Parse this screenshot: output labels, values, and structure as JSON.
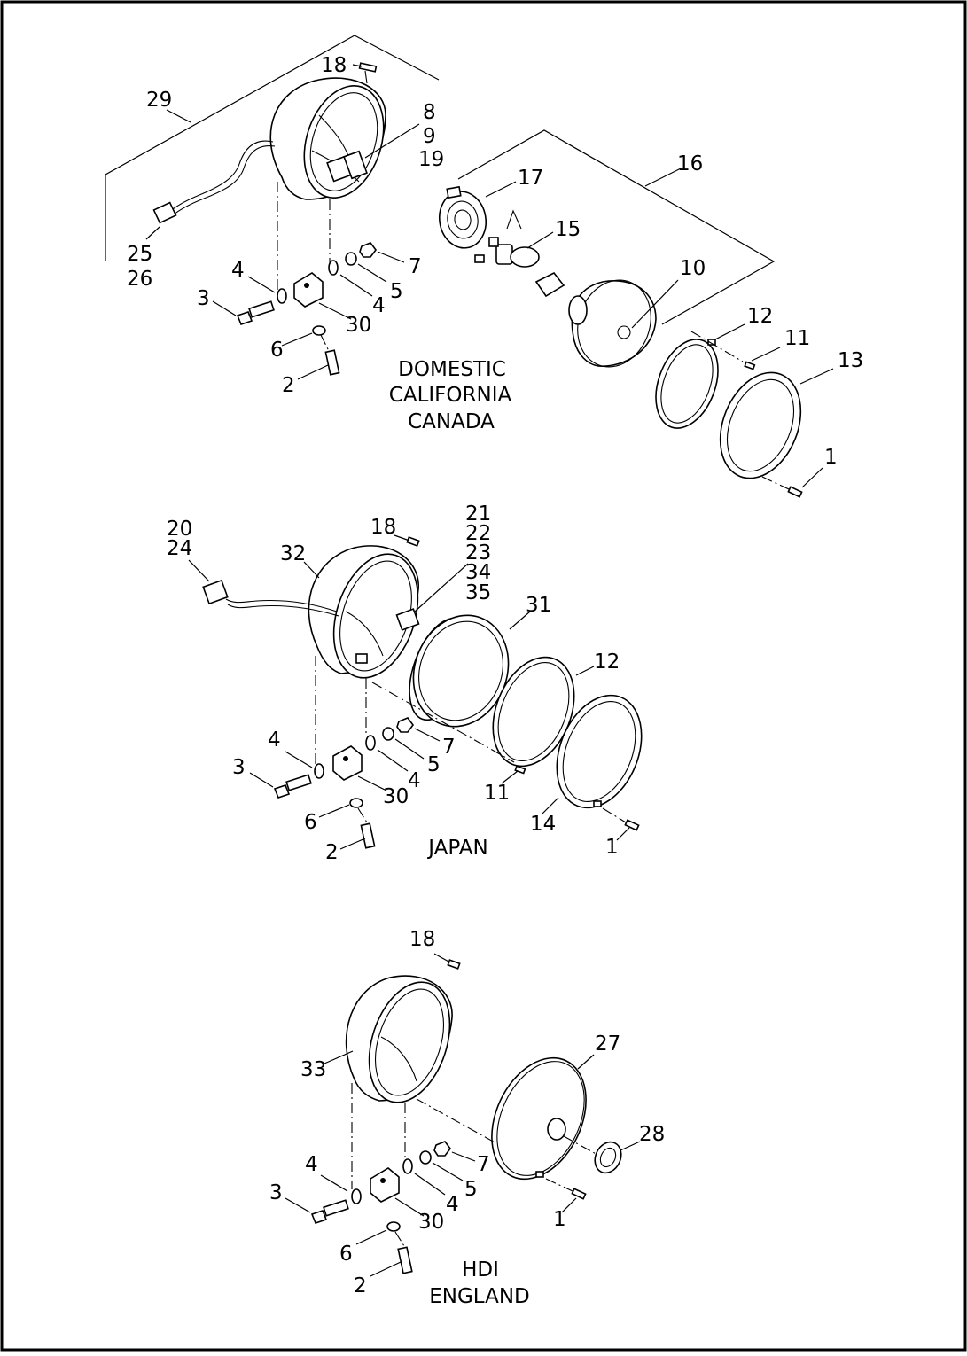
{
  "diagram": {
    "groups": [
      {
        "id": "domestic",
        "region_lines": [
          "DOMESTIC",
          "CALIFORNIA",
          "CANADA"
        ],
        "callouts": [
          {
            "id": "29",
            "text": "29"
          },
          {
            "id": "18",
            "text": "18"
          },
          {
            "id": "8",
            "text": "8"
          },
          {
            "id": "9",
            "text": "9"
          },
          {
            "id": "19",
            "text": "19"
          },
          {
            "id": "16",
            "text": "16"
          },
          {
            "id": "17",
            "text": "17"
          },
          {
            "id": "15",
            "text": "15"
          },
          {
            "id": "10",
            "text": "10"
          },
          {
            "id": "12",
            "text": "12"
          },
          {
            "id": "11",
            "text": "11"
          },
          {
            "id": "13",
            "text": "13"
          },
          {
            "id": "1",
            "text": "1"
          },
          {
            "id": "25",
            "text": "25"
          },
          {
            "id": "26",
            "text": "26"
          },
          {
            "id": "4a",
            "text": "4"
          },
          {
            "id": "3",
            "text": "3"
          },
          {
            "id": "7",
            "text": "7"
          },
          {
            "id": "5",
            "text": "5"
          },
          {
            "id": "4b",
            "text": "4"
          },
          {
            "id": "30",
            "text": "30"
          },
          {
            "id": "6",
            "text": "6"
          },
          {
            "id": "2",
            "text": "2"
          }
        ]
      },
      {
        "id": "japan",
        "region_lines": [
          "JAPAN"
        ],
        "callouts": [
          {
            "id": "20",
            "text": "20"
          },
          {
            "id": "24",
            "text": "24"
          },
          {
            "id": "18",
            "text": "18"
          },
          {
            "id": "21",
            "text": "21"
          },
          {
            "id": "22",
            "text": "22"
          },
          {
            "id": "23",
            "text": "23"
          },
          {
            "id": "34",
            "text": "34"
          },
          {
            "id": "35",
            "text": "35"
          },
          {
            "id": "32",
            "text": "32"
          },
          {
            "id": "31",
            "text": "31"
          },
          {
            "id": "12",
            "text": "12"
          },
          {
            "id": "4a",
            "text": "4"
          },
          {
            "id": "3",
            "text": "3"
          },
          {
            "id": "7",
            "text": "7"
          },
          {
            "id": "5",
            "text": "5"
          },
          {
            "id": "4b",
            "text": "4"
          },
          {
            "id": "30",
            "text": "30"
          },
          {
            "id": "11",
            "text": "11"
          },
          {
            "id": "6",
            "text": "6"
          },
          {
            "id": "14",
            "text": "14"
          },
          {
            "id": "2",
            "text": "2"
          },
          {
            "id": "1",
            "text": "1"
          }
        ]
      },
      {
        "id": "hdi",
        "region_lines": [
          "HDI",
          "ENGLAND"
        ],
        "callouts": [
          {
            "id": "18",
            "text": "18"
          },
          {
            "id": "27",
            "text": "27"
          },
          {
            "id": "33",
            "text": "33"
          },
          {
            "id": "28",
            "text": "28"
          },
          {
            "id": "4a",
            "text": "4"
          },
          {
            "id": "7",
            "text": "7"
          },
          {
            "id": "5",
            "text": "5"
          },
          {
            "id": "3",
            "text": "3"
          },
          {
            "id": "4b",
            "text": "4"
          },
          {
            "id": "30",
            "text": "30"
          },
          {
            "id": "1",
            "text": "1"
          },
          {
            "id": "6",
            "text": "6"
          },
          {
            "id": "2",
            "text": "2"
          }
        ]
      }
    ]
  }
}
